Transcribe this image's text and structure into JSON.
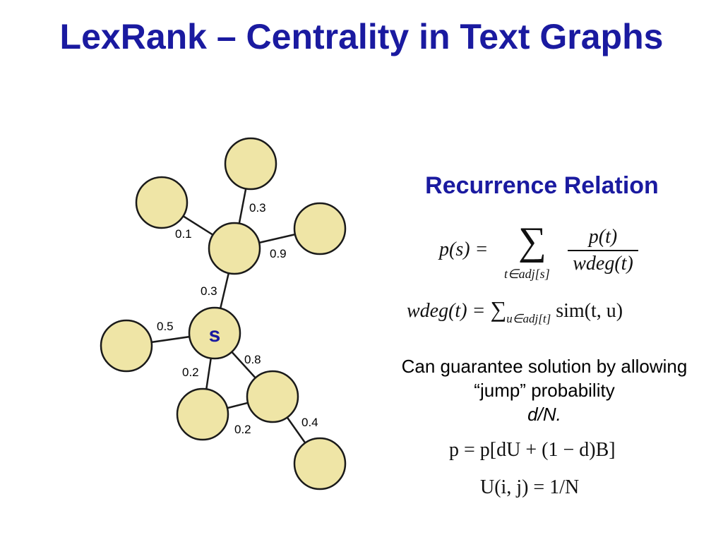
{
  "title": "LexRank – Centrality in Text Graphs",
  "graph": {
    "center_label": "s",
    "edge_weights": [
      "0.3",
      "0.1",
      "0.9",
      "0.3",
      "0.5",
      "0.8",
      "0.2",
      "0.2",
      "0.4"
    ]
  },
  "right_panel": {
    "heading": "Recurrence Relation",
    "eq1_lhs": "p(s) =",
    "eq1_sum": "∑",
    "eq1_under": "t∈adj[s]",
    "eq1_num": "p(t)",
    "eq1_den": "wdeg(t)",
    "eq2_lhs": "wdeg(t) =",
    "eq2_sum": "∑",
    "eq2_sub": "u∈adj[t]",
    "eq2_rhs": "sim(t, u)",
    "note_text": "Can guarantee solution by allowing “jump” probability",
    "note_var": "d/N.",
    "eq3": "p = p[dU + (1 − d)B]",
    "eq4": "U(i, j) = 1/N"
  }
}
